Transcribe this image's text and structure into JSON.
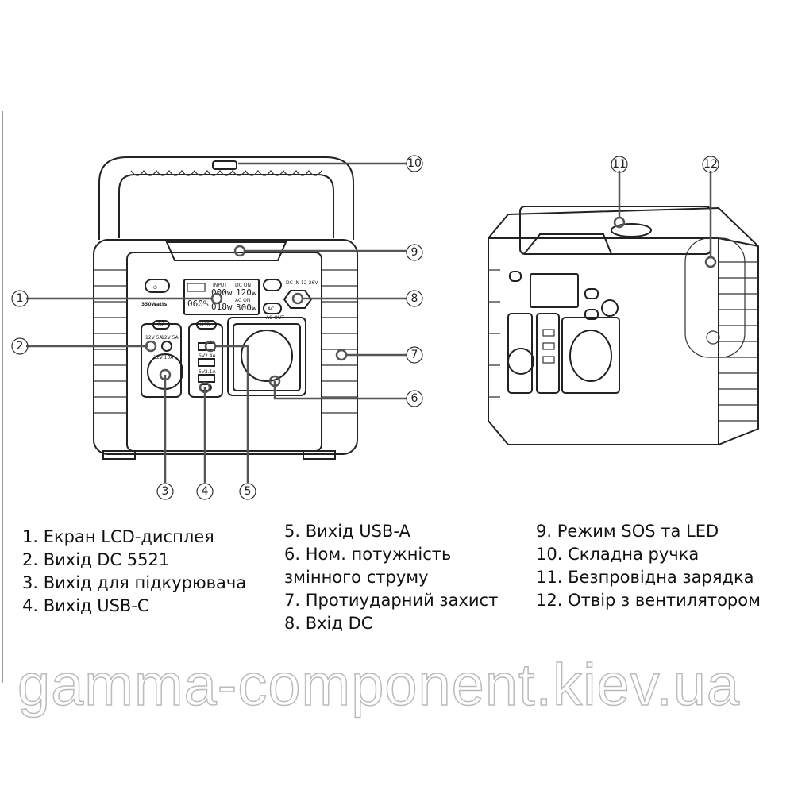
{
  "front_panel": {
    "brand": "330Watts",
    "lcd": {
      "input_label": "INPUT",
      "input_value": "000w",
      "dc_on_label": "DC ON",
      "dc_on_value": "120w",
      "battery": "060%",
      "output_value": "018w",
      "ac_on_label": "AC ON",
      "ac_on_value": "300w"
    },
    "dc_in_label": "DC IN 12-26V",
    "ac_button": "AC",
    "ac_out_label": "AC OUT",
    "dc_button": "DC",
    "usb_button": "USB",
    "dc_port_a": "12V 5A",
    "dc_port_b": "12V 5A",
    "car_port": "12V 10A",
    "usb_a1": "5V2.4A",
    "usb_a2": "5V3.1A"
  },
  "callouts": [
    "1",
    "2",
    "3",
    "4",
    "5",
    "6",
    "7",
    "8",
    "9",
    "10",
    "11",
    "12"
  ],
  "legend": {
    "col1": [
      "1. Екран LCD-дисплея",
      "2. Вихід DC 5521",
      "3. Вихід для підкурювача",
      "4. Вихід USB-C"
    ],
    "col2": [
      "5. Вихід USB-A",
      "6. Ном. потужність",
      "змінного струму",
      "7. Протиударний захист",
      "8. Вхід DC"
    ],
    "col3": [
      "9. Режим SOS та LED",
      "10. Складна ручка",
      "11. Безпровідна зарядка",
      "12. Отвір з вентилятором"
    ]
  },
  "watermark": "gamma-component.kiev.ua"
}
